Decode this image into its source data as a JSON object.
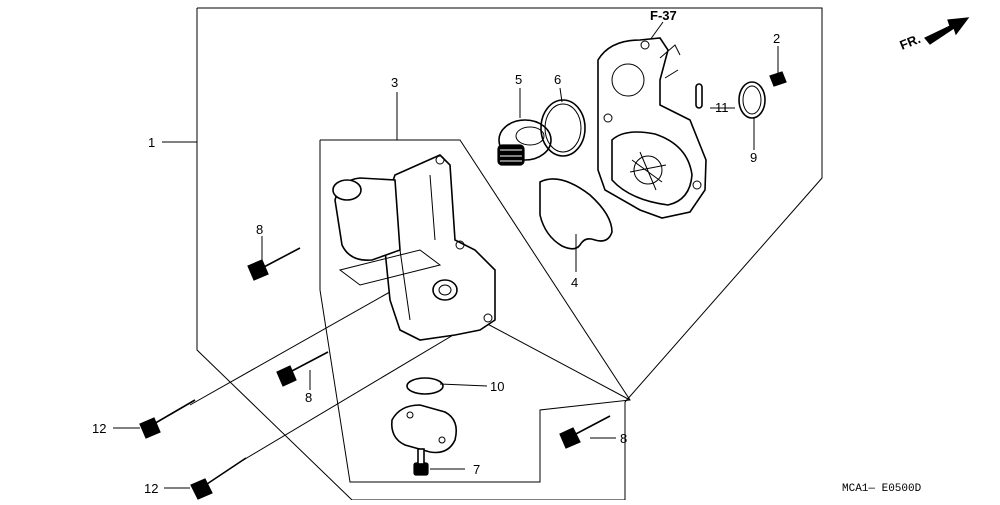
{
  "diagram": {
    "reference_label": "F-37",
    "direction_label": "FR.",
    "diagram_code": "MCA1— E0500D",
    "callouts": {
      "c1": "1",
      "c2": "2",
      "c3": "3",
      "c4": "4",
      "c5": "5",
      "c6": "6",
      "c7": "7",
      "c8a": "8",
      "c8b": "8",
      "c8c": "8",
      "c9": "9",
      "c10": "10",
      "c11": "11",
      "c12a": "12",
      "c12b": "12"
    }
  }
}
